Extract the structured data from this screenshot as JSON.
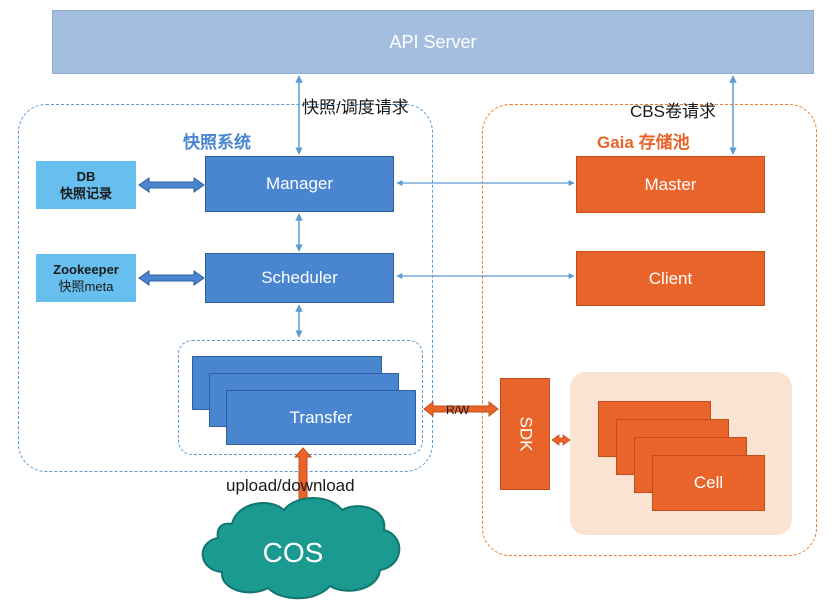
{
  "api_server": "API Server",
  "snapshot_request": "快照/调度请求",
  "cbs_request": "CBS卷请求",
  "snapshot_system": {
    "title": "快照系统",
    "manager": "Manager",
    "scheduler": "Scheduler",
    "transfer": "Transfer",
    "db": {
      "line1": "DB",
      "line2": "快照记录"
    },
    "zookeeper": {
      "line1": "Zookeeper",
      "line2": "快照meta"
    }
  },
  "gaia": {
    "title": "Gaia 存储池",
    "master": "Master",
    "client": "Client",
    "sdk": "SDK",
    "cell": "Cell"
  },
  "rw_label": "R/W",
  "upload_label": "upload/download",
  "cos": "COS",
  "colors": {
    "api": "#a4bee0",
    "blue": "#4a86cf",
    "orange": "#e8642a",
    "light_blue": "#67bfef",
    "teal": "#1b9a92"
  }
}
